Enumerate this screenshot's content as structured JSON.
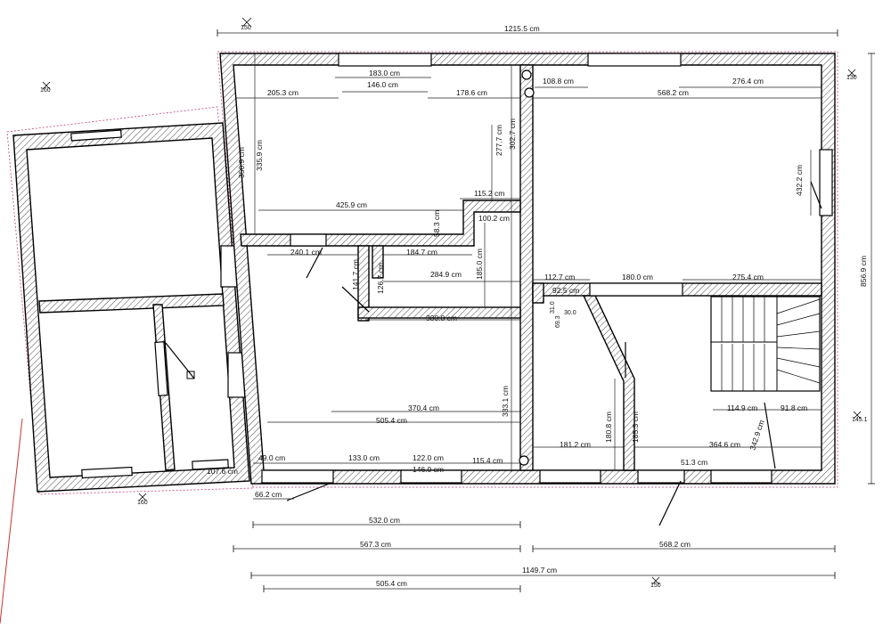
{
  "dimensions": {
    "overall_top": "1215.5 cm",
    "w183": "183.0 cm",
    "w146a": "146.0 cm",
    "d205": "205.3 cm",
    "d178": "178.6 cm",
    "d108": "108.8 cm",
    "d568a": "568.2 cm",
    "d276": "276.4 cm",
    "d350": "350.9 cm",
    "d335": "335.9 cm",
    "d277": "277.7 cm",
    "d302": "302.7 cm",
    "d432": "432.2 cm",
    "d856": "856.9 cm",
    "d115a": "115.2 cm",
    "d425": "425.9 cm",
    "d58": "58.3 cm",
    "d100": "100.2 cm",
    "d240": "240.1 cm",
    "d184": "184.7 cm",
    "d141": "141.7 cm",
    "d126": "126.7 cm",
    "d284": "284.9 cm",
    "d185a": "185.0 cm",
    "d112": "112.7 cm",
    "d180a": "180.0 cm",
    "d275": "275.4 cm",
    "d92": "92.5 cm",
    "d300": "300.0 cm",
    "d31": "31.0",
    "d69": "69.3",
    "d30": "30.0",
    "d370": "370.4 cm",
    "d505a": "505.4 cm",
    "d333": "333.1 cm",
    "d180b": "180.8 cm",
    "d185b": "185.3 cm",
    "d114": "114.9 cm",
    "d91": "91.8 cm",
    "d342": "342.9 cm",
    "d181": "181.2 cm",
    "d364": "364.6 cm",
    "d49": "49.0 cm",
    "d133": "133.0 cm",
    "d122": "122.0 cm",
    "d146b": "146.0 cm",
    "d115b": "115.4 cm",
    "d107": "107.6 cm",
    "d51": "51.3 cm",
    "d66": "66.2 cm",
    "d532": "532.0 cm",
    "d567": "567.3 cm",
    "d568b": "568.2 cm",
    "d1149": "1149.7 cm",
    "d505b": "505.4 cm"
  },
  "levels": {
    "l1": "150",
    "l2": "160",
    "l3": "130",
    "l4": "145.1",
    "l5": "160",
    "l6": "150"
  }
}
